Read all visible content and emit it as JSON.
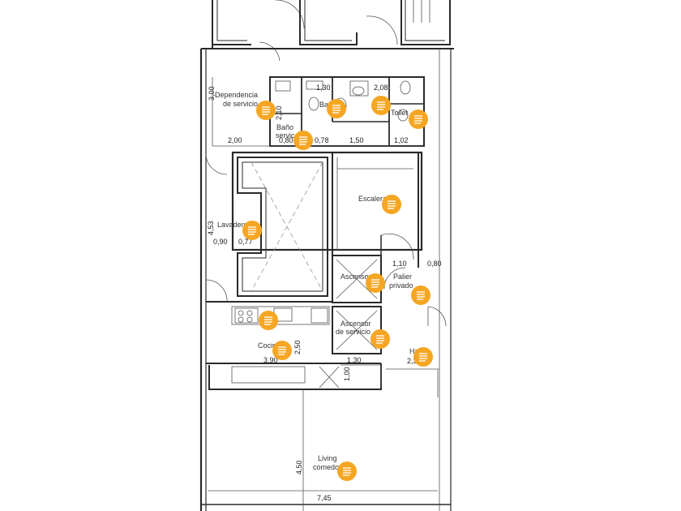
{
  "rooms": {
    "dependencia_l1": "Dependencia",
    "dependencia_l2": "de servicio",
    "bano_servicio_l1": "Baño",
    "bano_servicio_l2": "servic.",
    "bano": "Baño",
    "toilet": "Toilet",
    "escalera": "Escalera",
    "lavadero": "Lavadero",
    "ascensor_1": "Ascensor",
    "ascensor_2_l1": "Ascensor",
    "ascensor_2_l2": "de servicio",
    "palier_l1": "Palier",
    "palier_l2": "privado",
    "cocina": "Cocina",
    "hall": "Hall",
    "living_l1": "Living",
    "living_l2": "comedor"
  },
  "dimensions": {
    "d_300": "3,00",
    "d_130_top": "1,30",
    "d_208": "2,08",
    "d_210": "2,10",
    "d_200": "2,00",
    "d_080_a": "0,80",
    "d_078": "0,78",
    "d_150": "1,50",
    "d_102": "1,02",
    "d_453": "4,53",
    "d_090": "0,90",
    "d_077": "0,77",
    "d_110": "1,10",
    "d_080_b": "0,80",
    "d_250": "2,50",
    "d_390": "3,90",
    "d_130_mid": "1,30",
    "d_100": "1,00",
    "d_235": "2,35",
    "d_450": "4,50",
    "d_745": "7,45"
  },
  "marker_color": "#f5a623",
  "marker_icon": "note-lines-icon"
}
